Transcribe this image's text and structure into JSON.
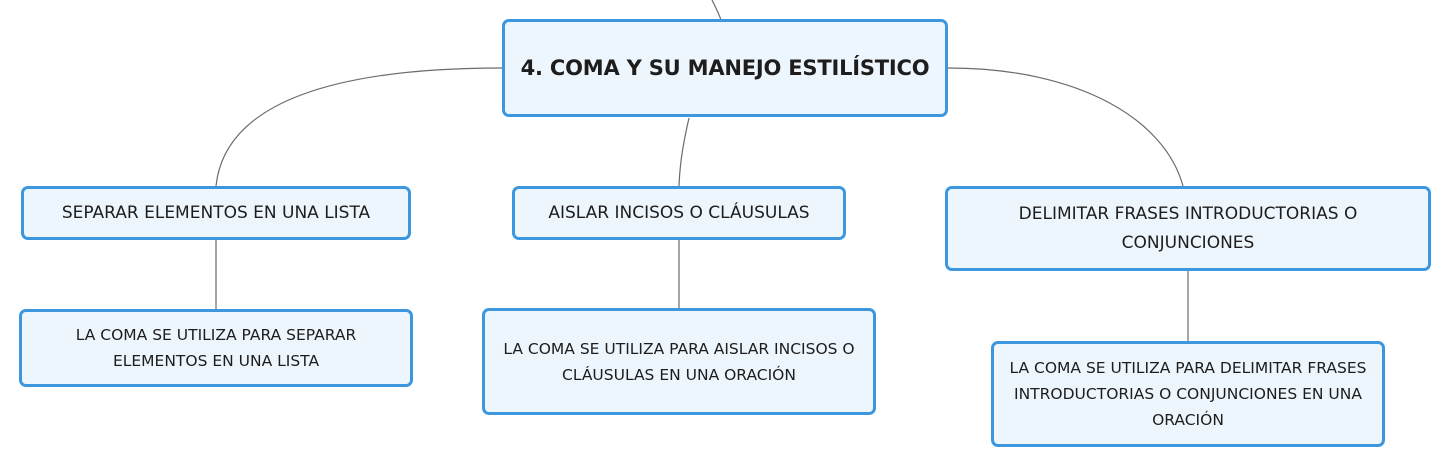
{
  "colors": {
    "node_border": "#3d97de",
    "node_fill": "#eef6fd",
    "connector": "#6b6b6b",
    "text": "#1d1d1d"
  },
  "root": {
    "label": "4. COMA Y SU MANEJO ESTILÍSTICO"
  },
  "branches": [
    {
      "label": "SEPARAR ELEMENTOS EN UNA LISTA",
      "detail": "LA COMA SE UTILIZA PARA SEPARAR ELEMENTOS EN UNA LISTA"
    },
    {
      "label": "AISLAR INCISOS O CLÁUSULAS",
      "detail": "LA COMA SE UTILIZA PARA AISLAR INCISOS O CLÁUSULAS EN UNA ORACIÓN"
    },
    {
      "label": "DELIMITAR FRASES INTRODUCTORIAS O CONJUNCIONES",
      "detail": "LA COMA SE UTILIZA PARA DELIMITAR FRASES INTRODUCTORIAS O CONJUNCIONES EN UNA ORACIÓN"
    }
  ]
}
